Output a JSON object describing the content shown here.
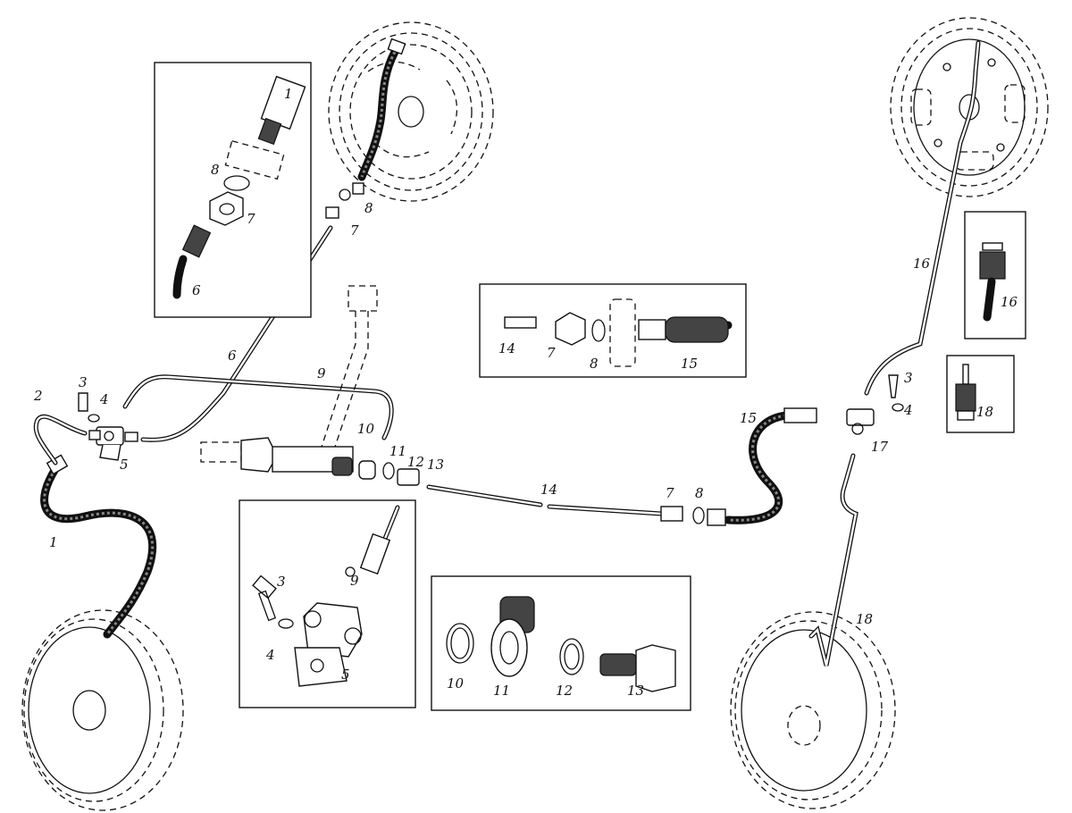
{
  "labels": {
    "main": [
      {
        "id": "l1-front",
        "text": "1"
      },
      {
        "id": "l2",
        "text": "2"
      },
      {
        "id": "l3-left",
        "text": "3"
      },
      {
        "id": "l4-left",
        "text": "4"
      },
      {
        "id": "l5",
        "text": "5"
      },
      {
        "id": "l6",
        "text": "6"
      },
      {
        "id": "l7-top",
        "text": "7"
      },
      {
        "id": "l8-top",
        "text": "8"
      },
      {
        "id": "l9",
        "text": "9"
      },
      {
        "id": "l10",
        "text": "10"
      },
      {
        "id": "l11",
        "text": "11"
      },
      {
        "id": "l12",
        "text": "12"
      },
      {
        "id": "l13",
        "text": "13"
      },
      {
        "id": "l14",
        "text": "14"
      },
      {
        "id": "l7-mid",
        "text": "7"
      },
      {
        "id": "l8-mid",
        "text": "8"
      },
      {
        "id": "l15",
        "text": "15"
      },
      {
        "id": "l16",
        "text": "16"
      },
      {
        "id": "l3-right",
        "text": "3"
      },
      {
        "id": "l4-right",
        "text": "4"
      },
      {
        "id": "l17",
        "text": "17"
      },
      {
        "id": "l18",
        "text": "18"
      }
    ],
    "inset_a": [
      "1",
      "8",
      "7",
      "6"
    ],
    "inset_b": [
      "14",
      "7",
      "8",
      "15"
    ],
    "inset_c": [
      "9",
      "3",
      "4",
      "5"
    ],
    "inset_d": [
      "10",
      "11",
      "12",
      "13"
    ],
    "inset_e": [
      "16"
    ],
    "inset_f": [
      "18"
    ]
  }
}
